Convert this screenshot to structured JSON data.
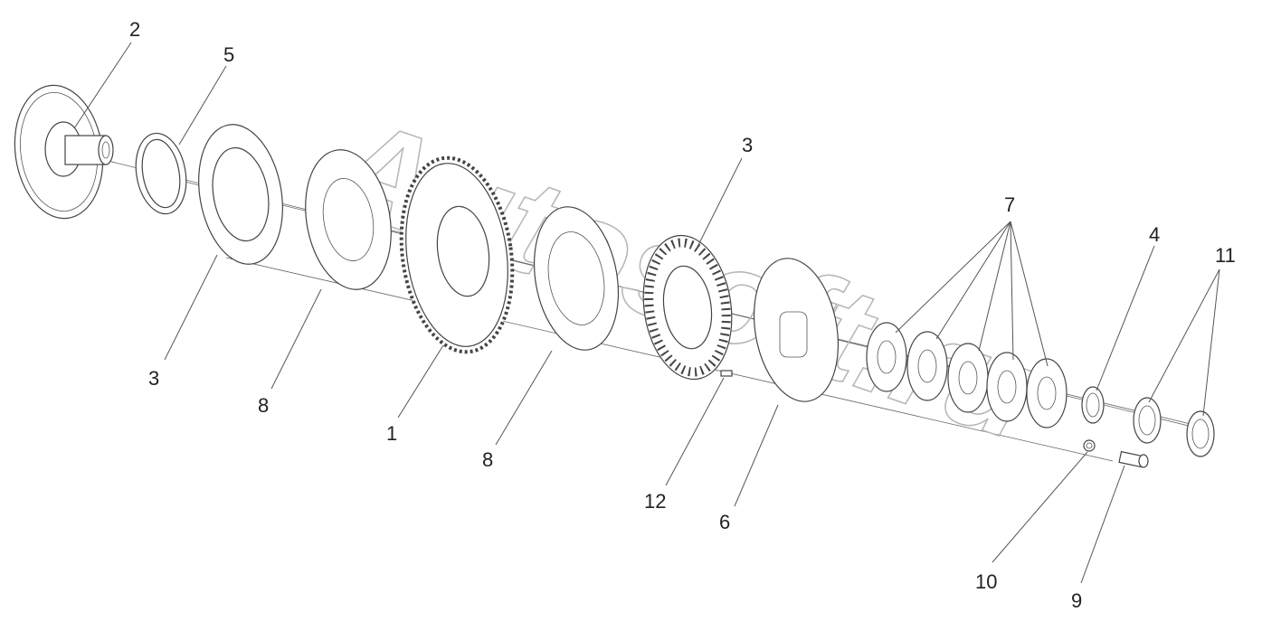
{
  "watermark": "Autosoft.ru",
  "callouts": [
    {
      "id": "c2",
      "text": "2"
    },
    {
      "id": "c5",
      "text": "5"
    },
    {
      "id": "c3a",
      "text": "3"
    },
    {
      "id": "c3b",
      "text": "3"
    },
    {
      "id": "c8a",
      "text": "8"
    },
    {
      "id": "c1",
      "text": "1"
    },
    {
      "id": "c8b",
      "text": "8"
    },
    {
      "id": "c12",
      "text": "12"
    },
    {
      "id": "c6",
      "text": "6"
    },
    {
      "id": "c7",
      "text": "7"
    },
    {
      "id": "c4",
      "text": "4"
    },
    {
      "id": "c11",
      "text": "11"
    },
    {
      "id": "c10",
      "text": "10"
    },
    {
      "id": "c9",
      "text": "9"
    }
  ]
}
